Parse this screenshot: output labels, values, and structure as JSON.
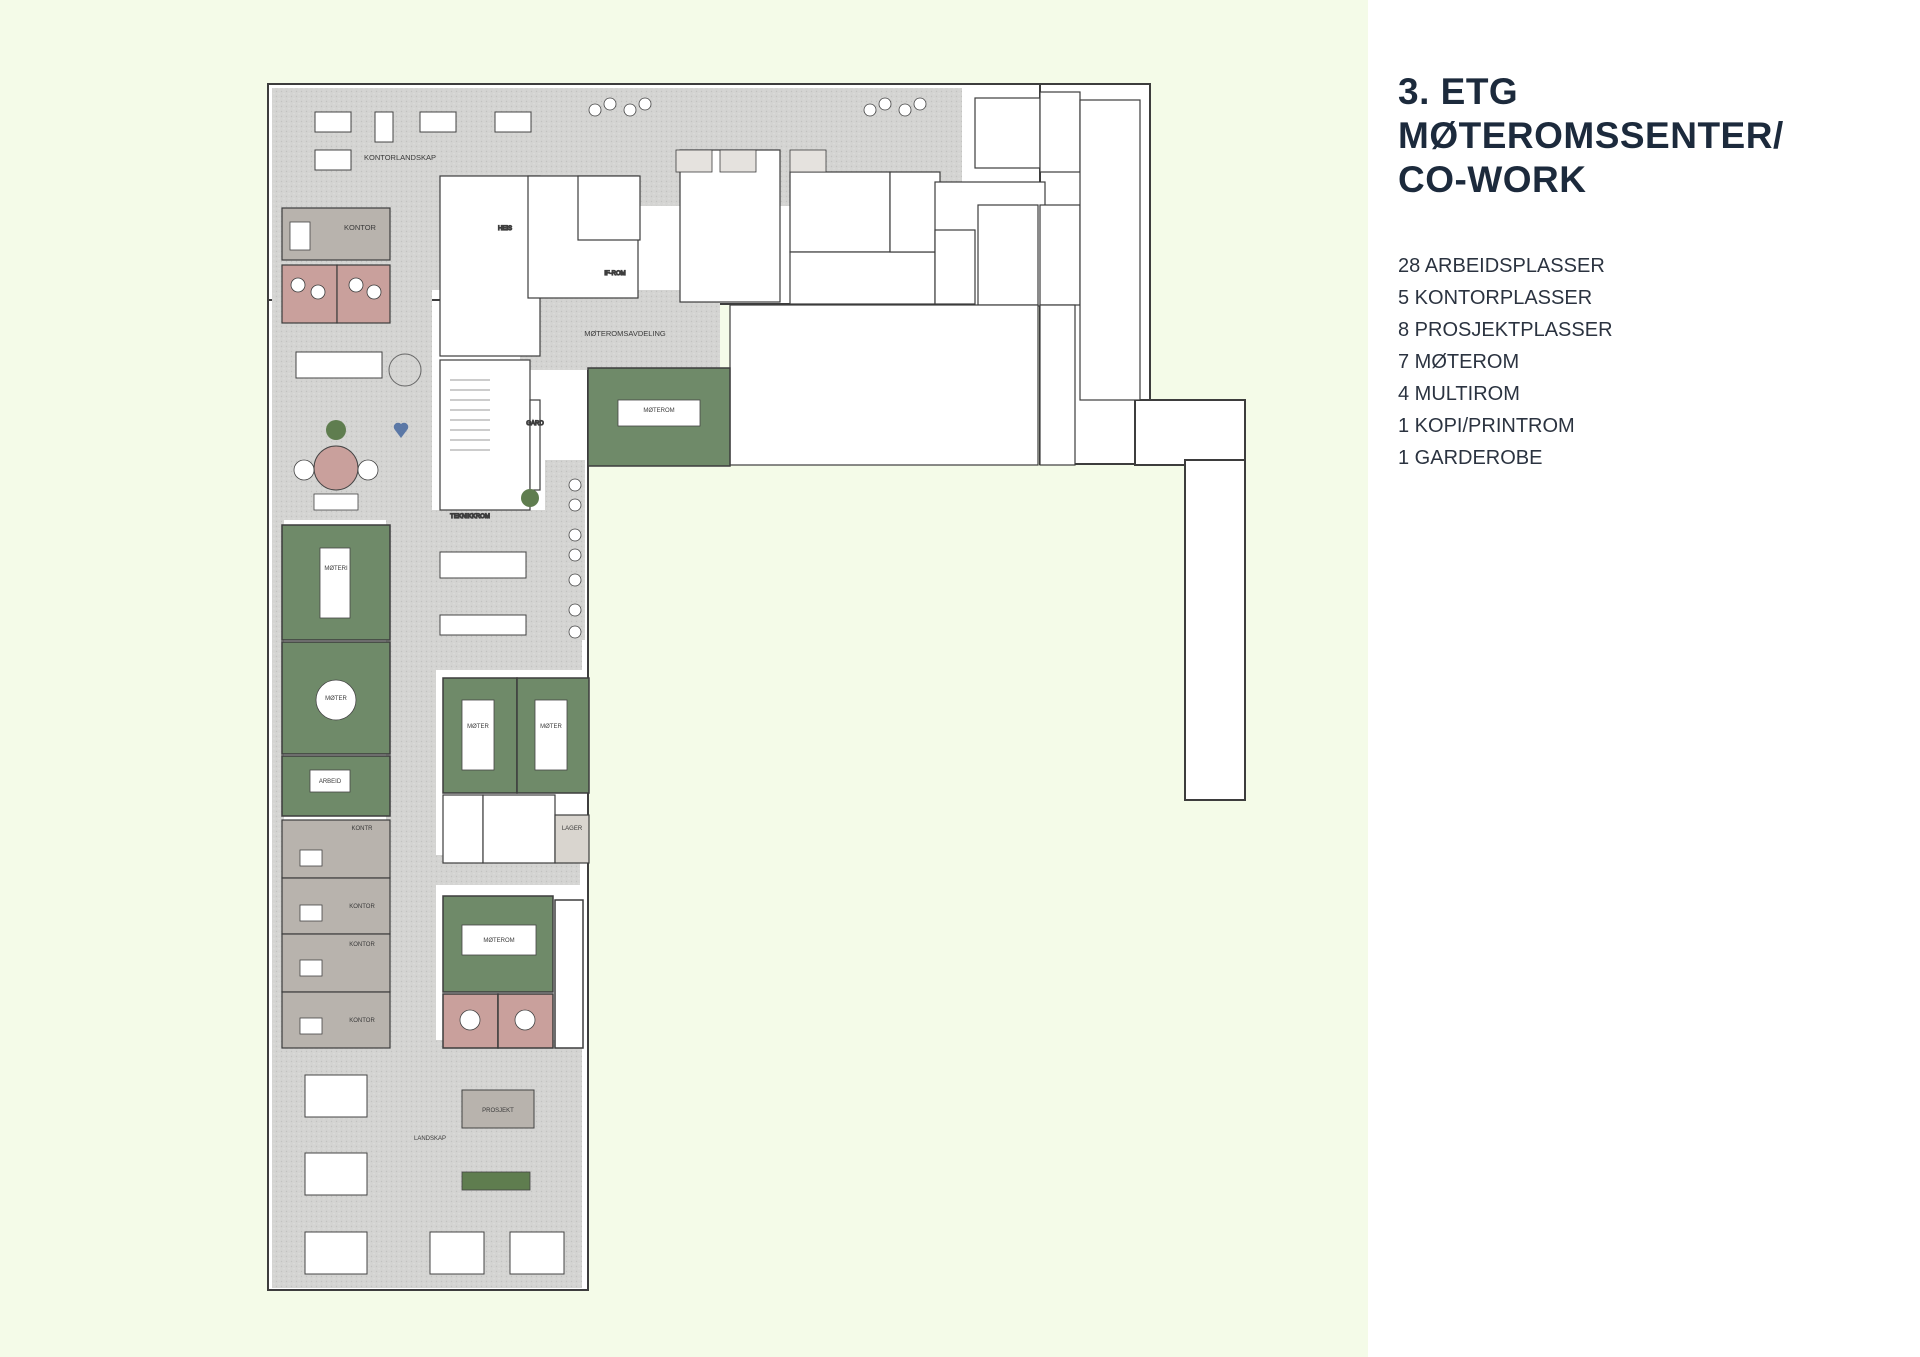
{
  "heading": {
    "line1": "3. ETG",
    "line2": "MØTEROMSSENTER/",
    "line3": "CO-WORK"
  },
  "capacity": [
    "28 ARBEIDSPLASSER",
    "5 KONTORPLASSER",
    "8 PROSJEKTPLASSER",
    "7 MØTEROM",
    "4 MULTIROM",
    "1 KOPI/PRINTROM",
    "1 GARDEROBE"
  ],
  "plan_labels": {
    "kontorlandskap": "KONTORLANDSKAP",
    "kontor": "KONTOR",
    "kontr": "KONTR",
    "heis": "HEIS",
    "ifrom": "IF-ROM",
    "moteromsavdeling": "MØTEROMSAVDELING",
    "moterom": "MØTEROM",
    "teknisk": "TEKNIKKROM",
    "lager": "LAGER",
    "prosjekt": "PROSJEKT",
    "landskap": "LANDSKAP",
    "gard": "GARD",
    "moter": "MØTER",
    "moteri": "MØTERI",
    "arbeid": "ARBEID"
  },
  "colors": {
    "plan_background": "#f4fbe8",
    "floor_grey": "#d4d4d2",
    "meeting_green": "#6f8a69",
    "multi_pink": "#c9a09c",
    "office_taupe": "#b8b3ad",
    "wall": "#3d3d3d",
    "heading_text": "#1c2a3c"
  }
}
